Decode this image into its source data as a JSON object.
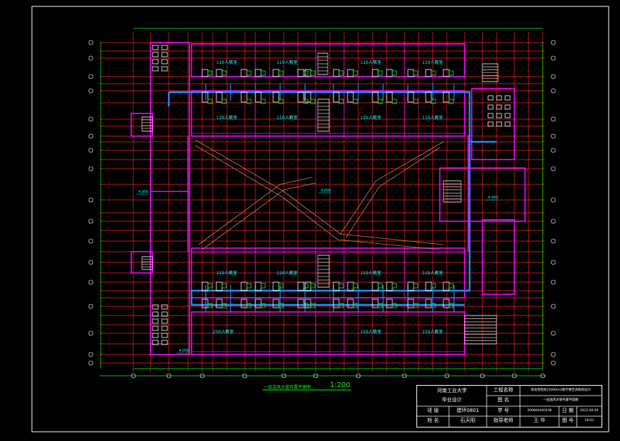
{
  "colors": {
    "frame": "#ffffff",
    "grid": "#ff2020",
    "wall": "#ff00ff",
    "duct": "#1e8bff",
    "equipment": "#ffffff",
    "dimension": "#00ff00",
    "diagonal": "#d08040",
    "label": "#00ffff"
  },
  "rooms": {
    "r110": "110人教室",
    "r150": "150人教室"
  },
  "levels": {
    "left": "4.950",
    "center": "4.050",
    "right": "4.950",
    "bottom": "4.050"
  },
  "caption": {
    "title": "一层送风水管布置平面图",
    "scale": "1:200"
  },
  "title_block": {
    "school": "河南工业大学",
    "design": "毕业设计",
    "project_label": "工程名称",
    "project_value": "某高等院校25000m2教学楼空调系统设计",
    "drawing_label": "图 名",
    "drawing_value": "一层送风水管布置平面图",
    "class_label": "班 级",
    "class_value": "建环0801",
    "student_id_label": "学 号",
    "student_id_value": "200804440108",
    "date_label": "日 期",
    "date_value": "2012.06.09",
    "name_label": "姓 名",
    "name_value": "石天阳",
    "advisor_label": "指导老师",
    "advisor_value": "王 华",
    "number_label": "图 号",
    "number_value": "19-03"
  }
}
